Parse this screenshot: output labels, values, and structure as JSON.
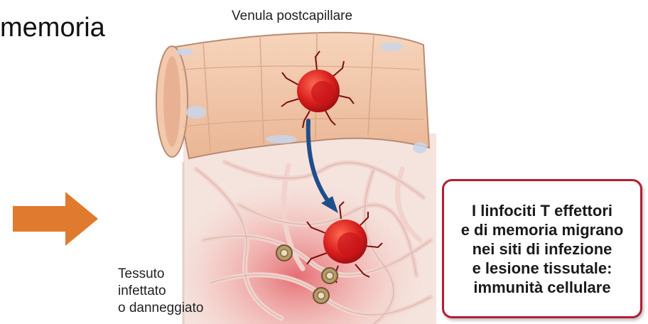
{
  "slide": {
    "title": "memoria"
  },
  "diagram": {
    "vessel_label": "Venula postcapillare",
    "tissue_label_lines": [
      "Tessuto",
      "infettato",
      "o danneggiato"
    ],
    "callout_lines": [
      "I linfociti T effettori",
      "e di memoria migrano",
      "nei siti di infezione",
      "e lesione tissutale:",
      "immunità cellulare"
    ]
  },
  "colors": {
    "arrow": "#e07a2e",
    "callout_border": "#b21e32",
    "vessel_wall": "#f2c7a8",
    "lymphocyte": "#d81e1e",
    "migration_arrow": "#1f4e8c"
  },
  "icons": {
    "navigation_arrow": "right-arrow-icon"
  }
}
